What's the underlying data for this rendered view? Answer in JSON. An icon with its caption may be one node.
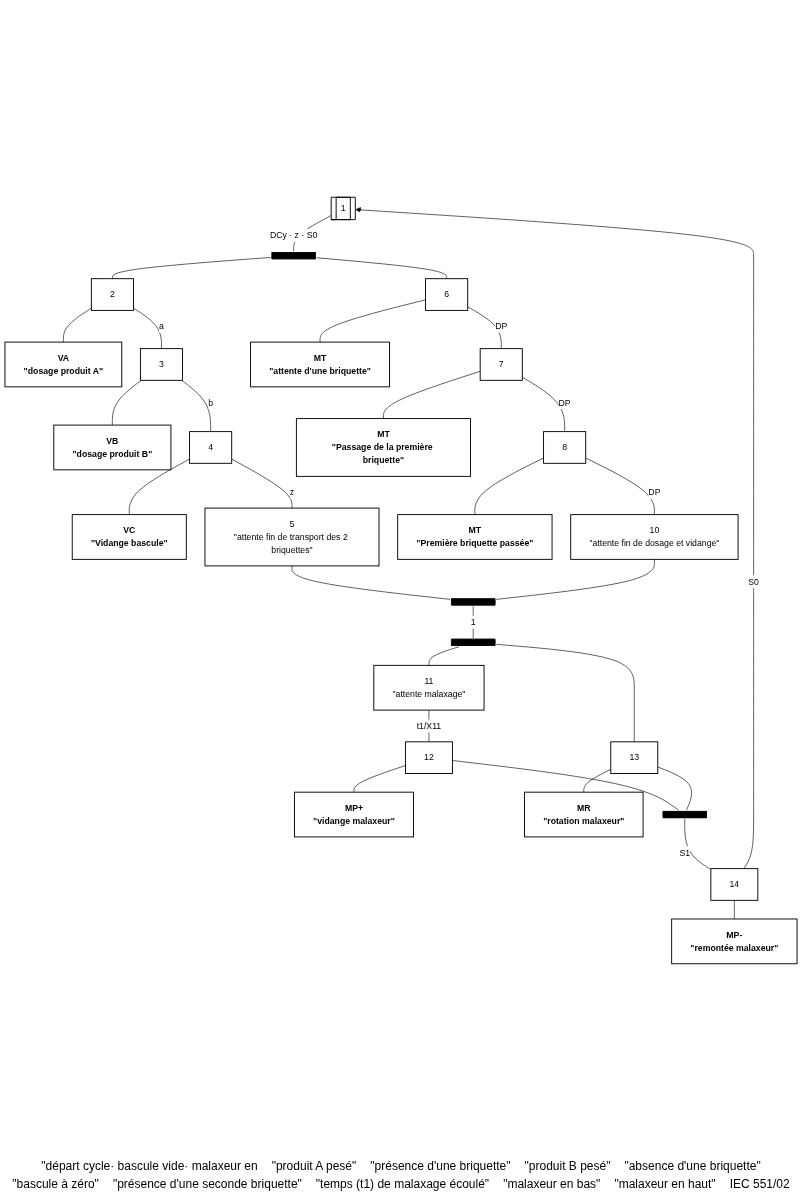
{
  "diagram": {
    "nodes": [
      {
        "text": [
          "1"
        ]
      },
      {
        "text": [],
        "shape": "bar"
      },
      {
        "text": [
          "2"
        ]
      },
      {
        "text": [
          "VA",
          "\"dosage produit A\""
        ]
      },
      {
        "text": [
          "3"
        ]
      },
      {
        "text": [
          "VB",
          "\"dosage produit B\""
        ]
      },
      {
        "text": [
          "4"
        ]
      },
      {
        "text": [
          "VC",
          "\"Vidange bascule\""
        ]
      },
      {
        "text": [
          "5",
          "\"attente fin de transport des 2 briquettes\""
        ]
      },
      {
        "text": [
          "6"
        ]
      },
      {
        "text": [
          "MT",
          "\"attente d'une briquette\""
        ]
      },
      {
        "text": [
          "7"
        ]
      },
      {
        "text": [
          "MT",
          "\"Passage de la première briquette\""
        ]
      },
      {
        "text": [
          "8"
        ]
      },
      {
        "text": [
          "MT",
          "\"Première briquette passée\""
        ]
      },
      {
        "text": [
          "10",
          "\"attente fin de dosage et vidange\""
        ]
      },
      {
        "text": [],
        "shape": "bar"
      },
      {
        "text": [],
        "shape": "bar"
      },
      {
        "text": [
          "11",
          "\"attente malaxage\""
        ]
      },
      {
        "text": [
          "12"
        ]
      },
      {
        "text": [
          "MP+",
          "\"vidange malaxeur\""
        ]
      },
      {
        "text": [
          "13"
        ]
      },
      {
        "text": [
          "MR",
          "\"rotation malaxeur\""
        ]
      },
      {
        "text": [],
        "shape": "bar"
      },
      {
        "text": [
          "14"
        ]
      },
      {
        "text": [
          "MP-",
          "\"remontée malaxeur\""
        ]
      }
    ],
    "edges": [
      {
        "from": 0,
        "to": 1,
        "arrow": "none",
        "label": "DCy · z · S0"
      },
      {
        "from": 1,
        "to": 2,
        "arrow": "none"
      },
      {
        "from": 1,
        "to": 9,
        "arrow": "none"
      },
      {
        "from": 2,
        "to": 3,
        "arrow": "none"
      },
      {
        "from": 2,
        "to": 4,
        "arrow": "none",
        "label": "a"
      },
      {
        "from": 4,
        "to": 5,
        "arrow": "none"
      },
      {
        "from": 4,
        "to": 6,
        "arrow": "none",
        "label": "b"
      },
      {
        "from": 6,
        "to": 7,
        "arrow": "none"
      },
      {
        "from": 6,
        "to": 8,
        "arrow": "none",
        "label": "z"
      },
      {
        "from": 8,
        "to": 16,
        "arrow": "none"
      },
      {
        "from": 9,
        "to": 10,
        "arrow": "none"
      },
      {
        "from": 9,
        "to": 11,
        "arrow": "none",
        "label": "DP"
      },
      {
        "from": 11,
        "to": 12,
        "arrow": "none"
      },
      {
        "from": 11,
        "to": 13,
        "arrow": "none",
        "label": "DP"
      },
      {
        "from": 13,
        "to": 14,
        "arrow": "none"
      },
      {
        "from": 13,
        "to": 15,
        "arrow": "none",
        "label": "DP"
      },
      {
        "from": 15,
        "to": 16,
        "arrow": "none"
      },
      {
        "from": 16,
        "to": 17,
        "arrow": "none",
        "label": "1"
      },
      {
        "from": 17,
        "to": 18,
        "arrow": "none"
      },
      {
        "from": 17,
        "to": 21,
        "arrow": "none"
      },
      {
        "from": 18,
        "to": 19,
        "arrow": "none",
        "label": "t1/X11"
      },
      {
        "from": 19,
        "to": 20,
        "arrow": "none"
      },
      {
        "from": 21,
        "to": 22,
        "arrow": "none"
      },
      {
        "from": 19,
        "to": 23,
        "arrow": "none"
      },
      {
        "from": 21,
        "to": 23,
        "arrow": "none"
      },
      {
        "from": 23,
        "to": 24,
        "arrow": "none",
        "label": "S1"
      },
      {
        "from": 24,
        "to": 25,
        "arrow": "none"
      },
      {
        "from": 24,
        "to": 0,
        "arrow": "to",
        "label": "S0"
      }
    ],
    "labels": [
      "\"départ cycle· bascule vide· malaxeur en",
      "\"produit A pesé\"",
      "\"présence d'une briquette\"",
      "\"produit B pesé\"",
      "\"absence d'une briquette\"",
      "\"bascule à zéro\"",
      "\"présence d'une seconde briquette\"",
      "\"temps (t1) de malaxage écoulé\"",
      "\"malaxeur en bas\"",
      "\"malaxeur en haut\"",
      "IEC 551/02"
    ]
  }
}
